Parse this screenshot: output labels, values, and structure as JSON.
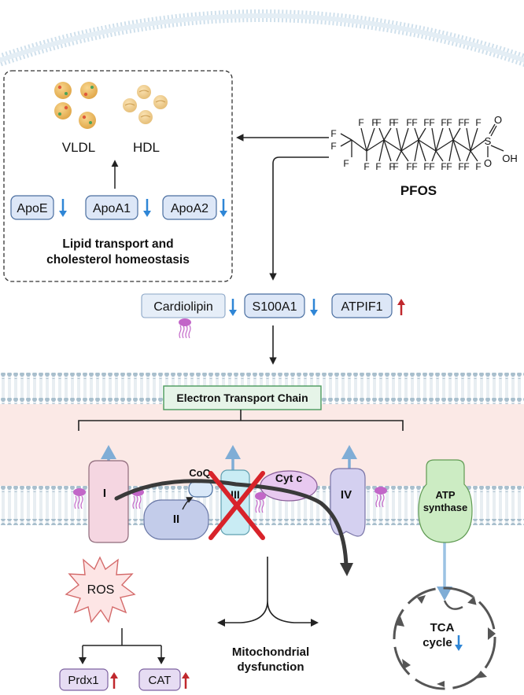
{
  "lipids": {
    "vldl_label": "VLDL",
    "hdl_label": "HDL",
    "apoe": "ApoE",
    "apoa1": "ApoA1",
    "apoa2": "ApoA2",
    "box_title_line1": "Lipid transport and",
    "box_title_line2": "cholesterol homeostasis"
  },
  "pfos": {
    "label": "PFOS",
    "f": "F",
    "s": "S",
    "o": "O",
    "oh": "OH"
  },
  "markers": {
    "cardiolipin": "Cardiolipin",
    "s100a1": "S100A1",
    "atpif1": "ATPIF1"
  },
  "etc": {
    "title": "Electron Transport Chain",
    "complex1": "I",
    "complex2": "II",
    "complex3": "III",
    "complex4": "IV",
    "coq": "CoQ",
    "cytc": "Cyt c",
    "atp_line1": "ATP",
    "atp_line2": "synthase"
  },
  "outcomes": {
    "ros": "ROS",
    "prdx1": "Prdx1",
    "cat": "CAT",
    "mito_line1": "Mitochondrial",
    "mito_line2": "dysfunction",
    "tca_line1": "TCA",
    "tca_line2": "cycle"
  },
  "colors": {
    "down_arrow": "#2f86d6",
    "up_arrow": "#c0282d",
    "red_cross": "#d8232a",
    "membrane_head": "#a9bfcd",
    "intermembrane": "#fbe9e6"
  }
}
